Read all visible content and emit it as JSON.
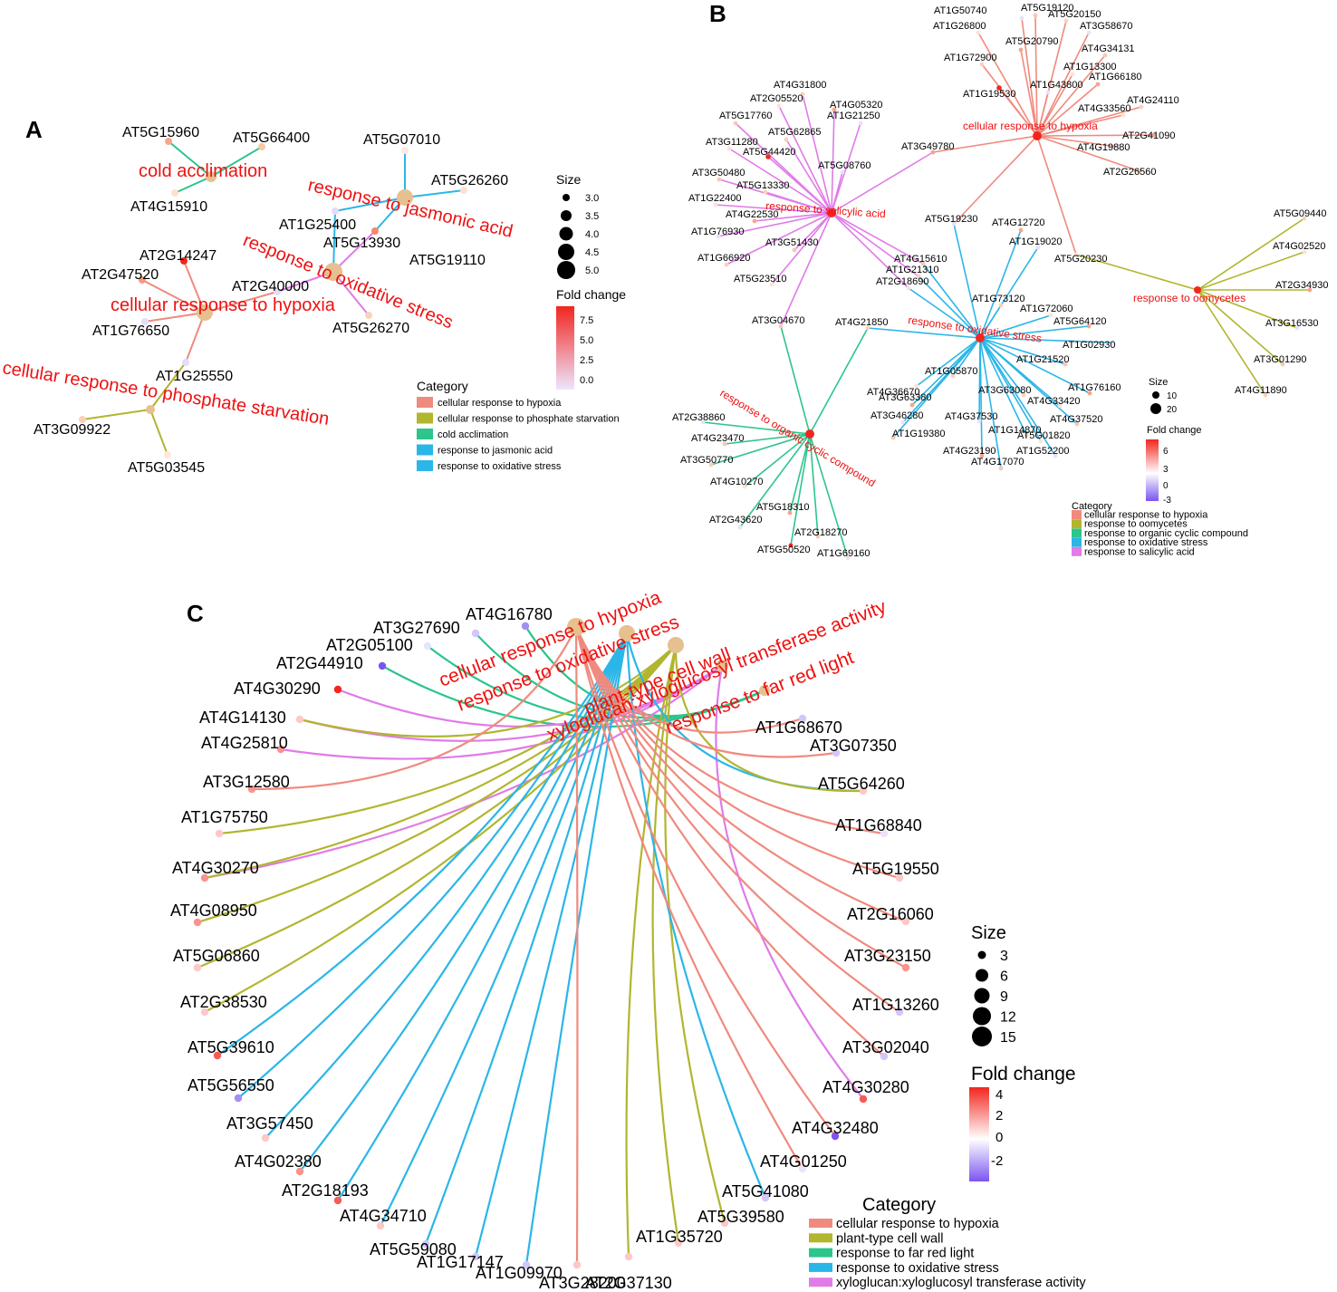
{
  "panel_labels": {
    "A": "A",
    "B": "B",
    "C": "C"
  },
  "colors": {
    "hypoxia": "#F08A7E",
    "phosphate": "#B2B52E",
    "oomycetes": "#B2B52E",
    "plant_cell_wall": "#B2B52E",
    "cold": "#2CC58C",
    "organic": "#2CC58C",
    "far_red": "#2CC58C",
    "jasmonic": "#2BB6E8",
    "oxidative": "#2BB6E8",
    "salicylic": "#E07BE8",
    "xyloglucan": "#E07BE8",
    "term_node": "#E6C08E",
    "term_text": "#EE1111",
    "fc_high": "#F2261F",
    "fc_mid": "#FFFFFF",
    "fc_low": "#7B55F0"
  },
  "panelA": {
    "terms": {
      "cold": "cold acclimation",
      "jasmonic": "response to jasmonic acid",
      "oxidative": "response to oxidative stress",
      "hypoxia": "cellular response to hypoxia",
      "phosphate": "cellular response to phosphate starvation"
    },
    "genes": [
      {
        "id": "AT5G15960",
        "fc": 4.0
      },
      {
        "id": "AT5G66400",
        "fc": 3.0
      },
      {
        "id": "AT4G15910",
        "fc": 2.0
      },
      {
        "id": "AT5G07010",
        "fc": 1.5
      },
      {
        "id": "AT5G26260",
        "fc": 2.0
      },
      {
        "id": "AT1G25400",
        "fc": -0.2
      },
      {
        "id": "AT5G13930",
        "fc": 1.0
      },
      {
        "id": "AT5G19110",
        "fc": 5.0
      },
      {
        "id": "AT2G14247",
        "fc": 8.0
      },
      {
        "id": "AT2G47520",
        "fc": 4.5
      },
      {
        "id": "AT2G40000",
        "fc": 1.0
      },
      {
        "id": "AT1G76650",
        "fc": -0.2
      },
      {
        "id": "AT5G26270",
        "fc": 1.5
      },
      {
        "id": "AT1G25550",
        "fc": -0.2
      },
      {
        "id": "AT3G09922",
        "fc": 2.0
      },
      {
        "id": "AT5G03545",
        "fc": 1.0
      }
    ],
    "legend": {
      "size_title": "Size",
      "size_values": [
        "3.0",
        "3.5",
        "4.0",
        "4.5",
        "5.0"
      ],
      "fc_title": "Fold change",
      "fc_ticks": [
        "7.5",
        "5.0",
        "2.5",
        "0.0"
      ],
      "category_title": "Category",
      "categories": [
        {
          "label": "cellular response to hypoxia",
          "key": "hypoxia"
        },
        {
          "label": "cellular response to phosphate starvation",
          "key": "phosphate"
        },
        {
          "label": "cold acclimation",
          "key": "cold"
        },
        {
          "label": "response to jasmonic acid",
          "key": "jasmonic"
        },
        {
          "label": "response to oxidative stress",
          "key": "oxidative"
        }
      ]
    }
  },
  "panelB": {
    "terms": {
      "hypoxia": "cellular response to hypoxia",
      "salicylic": "response to salicylic acid",
      "oomycetes": "response to oomycetes",
      "oxidative": "response to oxidative stress",
      "organic": "response to organic cyclic compound"
    },
    "genes_hypoxia": [
      "AT1G50740",
      "AT5G19120",
      "AT5G20150",
      "AT1G26800",
      "AT5G20790",
      "AT3G58670",
      "AT4G34131",
      "AT1G72900",
      "AT1G13300",
      "AT1G66180",
      "AT1G43800",
      "AT1G19530",
      "AT4G24110",
      "AT4G33560",
      "AT2G41090",
      "AT4G19880",
      "AT2G26560"
    ],
    "genes_salicylic": [
      "AT4G31800",
      "AT2G05520",
      "AT4G05320",
      "AT1G21250",
      "AT5G17760",
      "AT5G62865",
      "AT3G11280",
      "AT5G44420",
      "AT5G08760",
      "AT3G50480",
      "AT5G13330",
      "AT1G22400",
      "AT4G22530",
      "AT1G76930",
      "AT3G51430",
      "AT1G66920",
      "AT5G23510"
    ],
    "genes_shared": [
      "AT3G49780",
      "AT5G19230",
      "AT3G04670",
      "AT4G21850",
      "AT5G20230",
      "AT4G12720",
      "AT1G19020",
      "AT4G15610",
      "AT1G21310",
      "AT2G18690"
    ],
    "genes_oomycetes": [
      "AT5G09440",
      "AT4G02520",
      "AT2G34930",
      "AT3G16530",
      "AT3G01290",
      "AT4G11890"
    ],
    "genes_oxidative": [
      "AT1G73120",
      "AT1G72060",
      "AT5G64120",
      "AT1G02930",
      "AT1G21520",
      "AT1G05870",
      "AT4G36670",
      "AT3G63380",
      "AT3G46280",
      "AT1G19380",
      "AT3G63080",
      "AT4G33420",
      "AT1G76160",
      "AT4G37530",
      "AT4G37520",
      "AT1G14870",
      "AT5G01820",
      "AT4G23190",
      "AT1G52200",
      "AT4G17070"
    ],
    "genes_organic": [
      "AT2G38860",
      "AT4G23470",
      "AT3G50770",
      "AT4G10270",
      "AT5G18310",
      "AT2G43620",
      "AT2G18270",
      "AT5G50520",
      "AT1G69160"
    ],
    "legend": {
      "size_title": "Size",
      "size_values": [
        "10",
        "20"
      ],
      "fc_title": "Fold change",
      "fc_ticks": [
        "6",
        "3",
        "0",
        "-3"
      ],
      "category_title": "Category",
      "categories": [
        {
          "label": "cellular response to hypoxia",
          "key": "hypoxia"
        },
        {
          "label": "response to oomycetes",
          "key": "oomycetes"
        },
        {
          "label": "response to organic cyclic compound",
          "key": "organic"
        },
        {
          "label": "response to oxidative stress",
          "key": "oxidative"
        },
        {
          "label": "response to salicylic acid",
          "key": "salicylic"
        }
      ]
    }
  },
  "panelC": {
    "terms": [
      {
        "label": "cellular response to hypoxia",
        "key": "hypoxia"
      },
      {
        "label": "response to oxidative stress",
        "key": "oxidative"
      },
      {
        "label": "plant-type cell wall",
        "key": "plant_cell_wall"
      },
      {
        "label": "xyloglucan:xyloglucosyl transferase activity",
        "key": "xyloglucan"
      },
      {
        "label": "response to far red light",
        "key": "far_red"
      }
    ],
    "genes": [
      {
        "id": "AT4G16780",
        "fc": -2,
        "cats": [
          "far_red"
        ]
      },
      {
        "id": "AT3G27690",
        "fc": -1,
        "cats": [
          "far_red"
        ]
      },
      {
        "id": "AT2G05100",
        "fc": -0.5,
        "cats": [
          "far_red"
        ]
      },
      {
        "id": "AT2G44910",
        "fc": -3,
        "cats": [
          "far_red"
        ]
      },
      {
        "id": "AT4G30290",
        "fc": 4,
        "cats": [
          "xyloglucan"
        ]
      },
      {
        "id": "AT4G14130",
        "fc": 1,
        "cats": [
          "xyloglucan",
          "plant_cell_wall"
        ]
      },
      {
        "id": "AT4G25810",
        "fc": 2,
        "cats": [
          "xyloglucan"
        ]
      },
      {
        "id": "AT3G12580",
        "fc": 2,
        "cats": [
          "hypoxia"
        ]
      },
      {
        "id": "AT1G75750",
        "fc": 1,
        "cats": [
          "plant_cell_wall"
        ]
      },
      {
        "id": "AT4G30270",
        "fc": 2,
        "cats": [
          "xyloglucan",
          "plant_cell_wall"
        ]
      },
      {
        "id": "AT4G08950",
        "fc": 2,
        "cats": [
          "plant_cell_wall"
        ]
      },
      {
        "id": "AT5G06860",
        "fc": 1,
        "cats": [
          "plant_cell_wall"
        ]
      },
      {
        "id": "AT2G38530",
        "fc": 1,
        "cats": [
          "plant_cell_wall"
        ]
      },
      {
        "id": "AT5G39610",
        "fc": 3,
        "cats": [
          "oxidative"
        ]
      },
      {
        "id": "AT5G56550",
        "fc": -2,
        "cats": [
          "oxidative"
        ]
      },
      {
        "id": "AT3G57450",
        "fc": 1,
        "cats": [
          "oxidative"
        ]
      },
      {
        "id": "AT4G02380",
        "fc": 2,
        "cats": [
          "oxidative"
        ]
      },
      {
        "id": "AT2G18193",
        "fc": 3,
        "cats": [
          "oxidative"
        ]
      },
      {
        "id": "AT4G34710",
        "fc": 1,
        "cats": [
          "oxidative"
        ]
      },
      {
        "id": "AT5G59080",
        "fc": -1,
        "cats": [
          "oxidative"
        ]
      },
      {
        "id": "AT1G17147",
        "fc": -1,
        "cats": [
          "oxidative"
        ]
      },
      {
        "id": "AT1G09970",
        "fc": -1,
        "cats": [
          "oxidative"
        ]
      },
      {
        "id": "AT3G28200",
        "fc": 1,
        "cats": [
          "hypoxia"
        ]
      },
      {
        "id": "AT2G37130",
        "fc": 1,
        "cats": [
          "plant_cell_wall"
        ]
      },
      {
        "id": "AT1G35720",
        "fc": 1,
        "cats": [
          "plant_cell_wall"
        ]
      },
      {
        "id": "AT5G39580",
        "fc": 1,
        "cats": [
          "plant_cell_wall"
        ]
      },
      {
        "id": "AT5G41080",
        "fc": -1,
        "cats": [
          "oxidative"
        ]
      },
      {
        "id": "AT4G01250",
        "fc": -0.5,
        "cats": [
          "hypoxia"
        ]
      },
      {
        "id": "AT4G32480",
        "fc": -3,
        "cats": [
          "hypoxia"
        ]
      },
      {
        "id": "AT4G30280",
        "fc": 3,
        "cats": [
          "xyloglucan"
        ]
      },
      {
        "id": "AT3G02040",
        "fc": -1,
        "cats": [
          "hypoxia"
        ]
      },
      {
        "id": "AT1G13260",
        "fc": -1,
        "cats": [
          "hypoxia"
        ]
      },
      {
        "id": "AT3G23150",
        "fc": 2,
        "cats": [
          "hypoxia"
        ]
      },
      {
        "id": "AT2G16060",
        "fc": 1,
        "cats": [
          "hypoxia"
        ]
      },
      {
        "id": "AT5G19550",
        "fc": 1,
        "cats": [
          "hypoxia"
        ]
      },
      {
        "id": "AT1G68840",
        "fc": -0.5,
        "cats": [
          "hypoxia"
        ]
      },
      {
        "id": "AT5G64260",
        "fc": 1,
        "cats": [
          "oxidative",
          "plant_cell_wall"
        ]
      },
      {
        "id": "AT3G07350",
        "fc": -1,
        "cats": [
          "hypoxia"
        ]
      },
      {
        "id": "AT1G68670",
        "fc": -1,
        "cats": [
          "hypoxia"
        ]
      }
    ],
    "legend": {
      "size_title": "Size",
      "size_values": [
        "3",
        "6",
        "9",
        "12",
        "15"
      ],
      "fc_title": "Fold change",
      "fc_ticks": [
        "4",
        "2",
        "0",
        "-2"
      ],
      "category_title": "Category",
      "categories": [
        {
          "label": "cellular response to hypoxia",
          "key": "hypoxia"
        },
        {
          "label": "plant-type cell wall",
          "key": "plant_cell_wall"
        },
        {
          "label": "response to far red light",
          "key": "far_red"
        },
        {
          "label": "response to oxidative stress",
          "key": "oxidative"
        },
        {
          "label": "xyloglucan:xyloglucosyl transferase activity",
          "key": "xyloglucan"
        }
      ]
    }
  }
}
